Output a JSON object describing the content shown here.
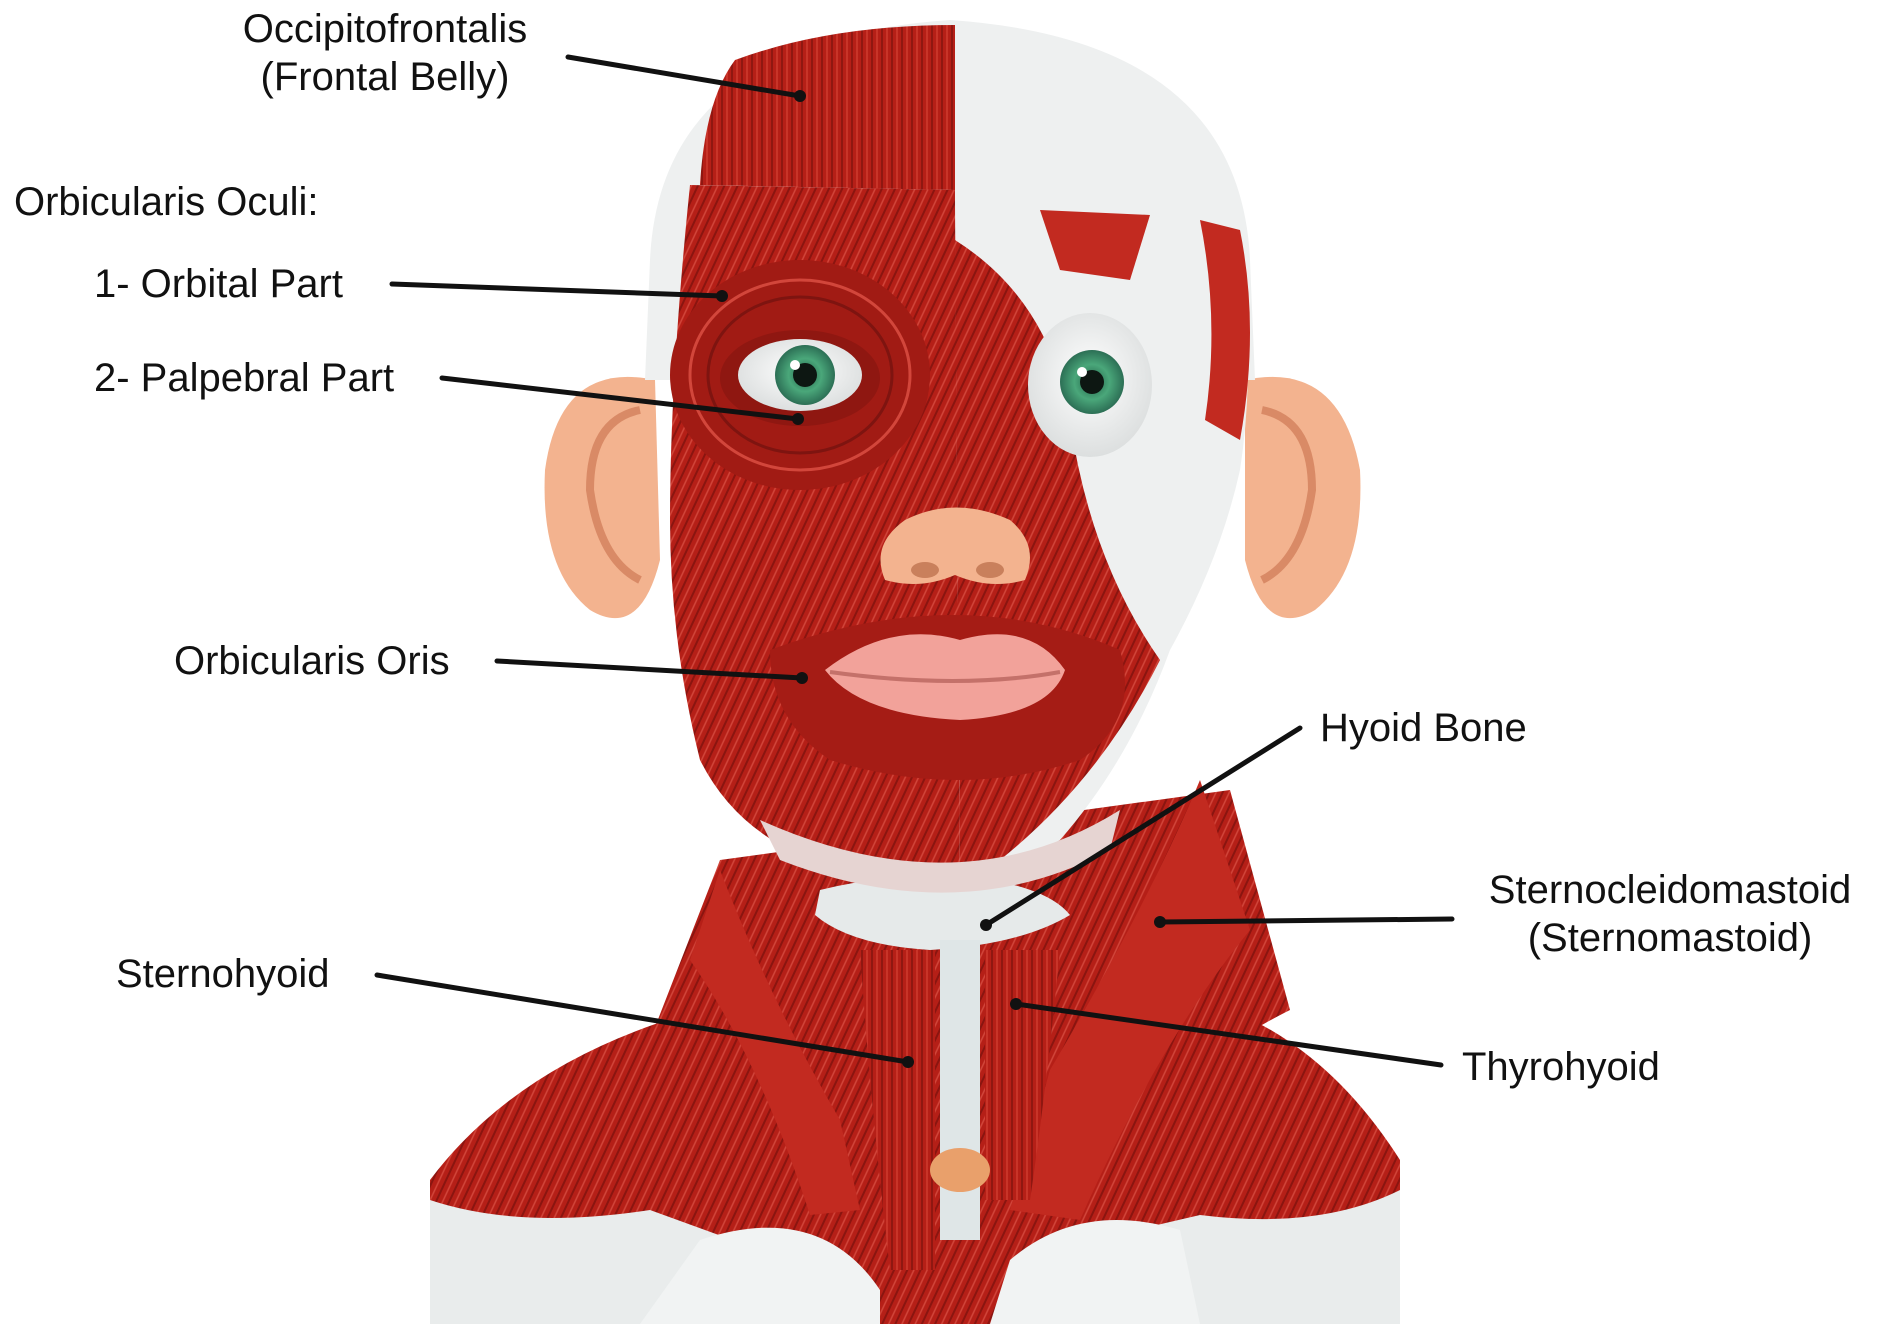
{
  "colors": {
    "muscle": "#b51f17",
    "muscle_dark": "#7e1410",
    "muscle_light": "#d8473c",
    "bone": "#eef0f0",
    "skin": "#f3b38f",
    "lip": "#f2a29a",
    "iris": "#4aa77a",
    "leader_line": "#111111"
  },
  "labels": {
    "occipitofrontalis": {
      "line1": "Occipitofrontalis",
      "line2": "(Frontal Belly)"
    },
    "orbicularis_oculi_heading": "Orbicularis Oculi:",
    "orbital_part": "1- Orbital Part",
    "palpebral_part": "2- Palpebral Part",
    "orbicularis_oris": "Orbicularis Oris",
    "hyoid_bone": "Hyoid Bone",
    "sternocleidomastoid": {
      "line1": "Sternocleidomastoid",
      "line2": "(Sternomastoid)"
    },
    "sternohyoid": "Sternohyoid",
    "thyrohyoid": "Thyrohyoid"
  }
}
